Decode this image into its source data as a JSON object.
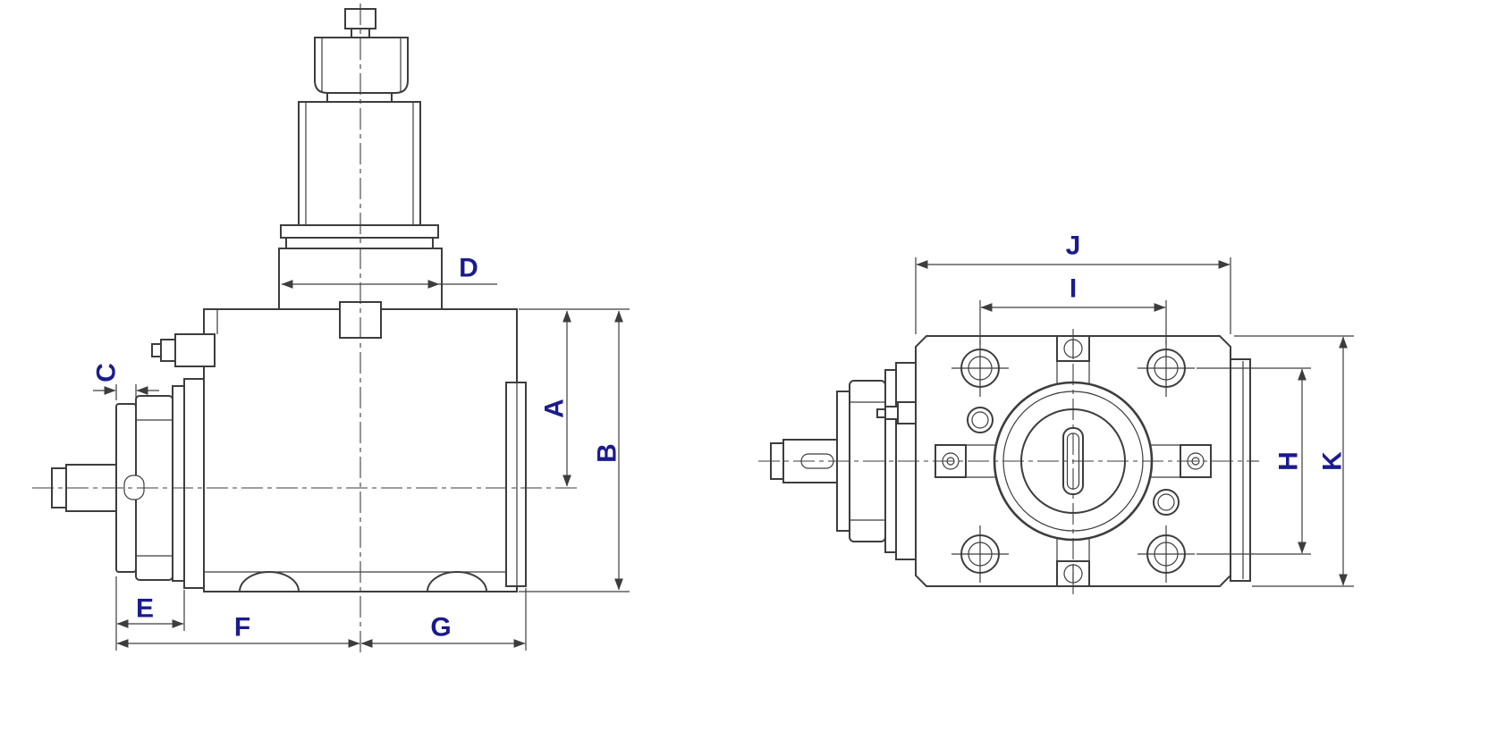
{
  "colors": {
    "background": "#ffffff",
    "line": "#3d3d3d",
    "label": "#1b1b8e"
  },
  "drawing": {
    "side_view": {
      "labels": {
        "A": "A",
        "B": "B",
        "C": "C",
        "D": "D",
        "E": "E",
        "F": "F",
        "G": "G"
      }
    },
    "front_view": {
      "labels": {
        "H": "H",
        "I": "I",
        "J": "J",
        "K": "K"
      }
    }
  }
}
